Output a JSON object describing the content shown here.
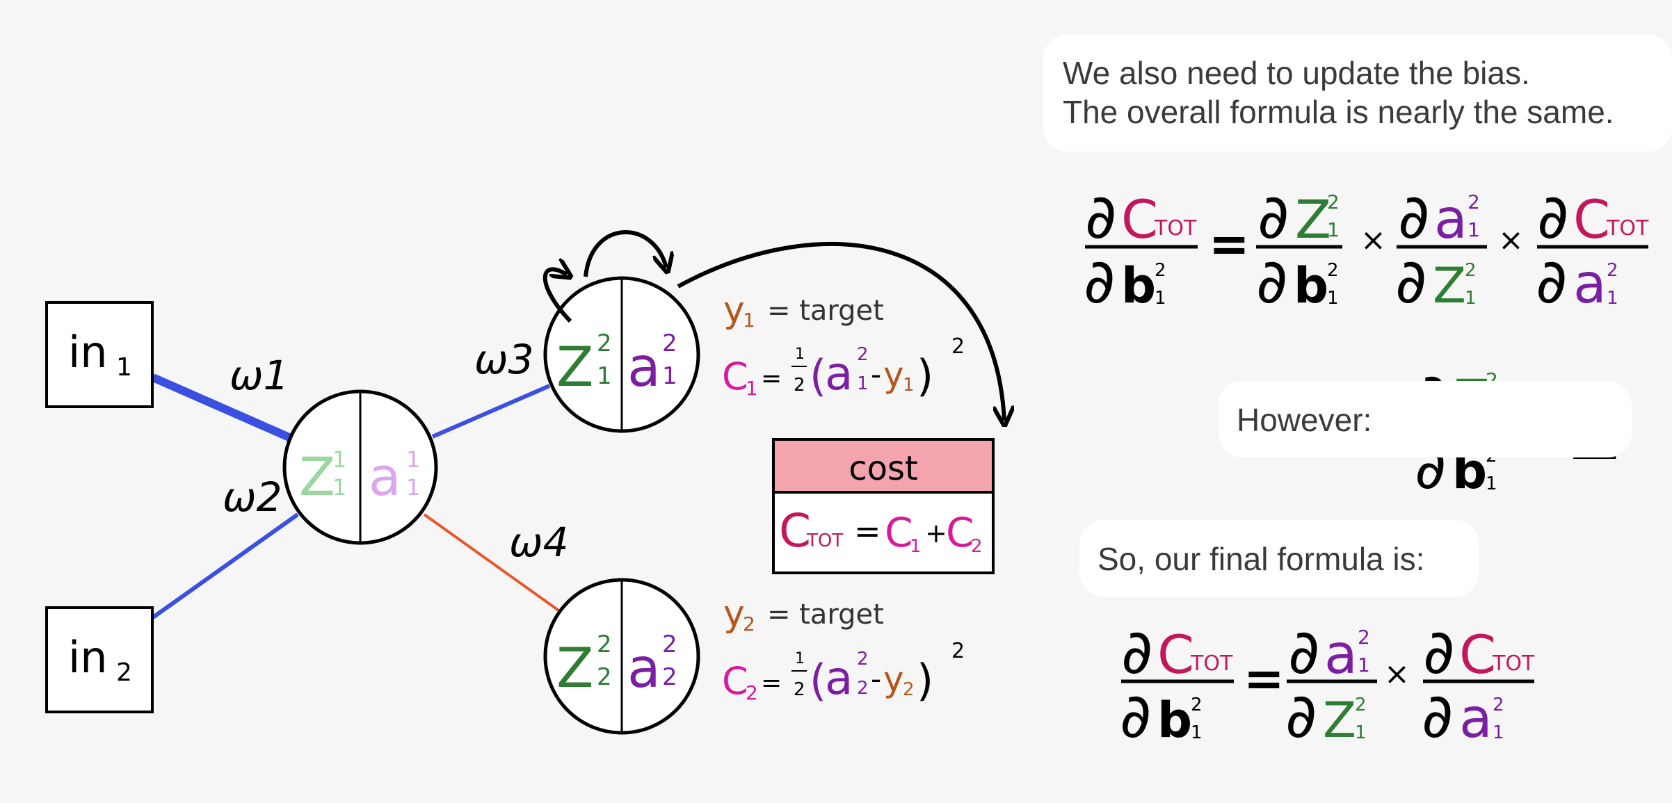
{
  "intro": {
    "line1": "We also need to update the bias.",
    "line2": "The overall formula is nearly the same."
  },
  "however_label": "However:",
  "final_label": "So, our final formula is:",
  "network": {
    "inputs": [
      "in",
      "in"
    ],
    "input_subscripts": [
      "1",
      "2"
    ],
    "weights": [
      "ω1",
      "ω2",
      "ω3",
      "ω4"
    ],
    "hidden": {
      "z": "Z",
      "a": "a",
      "sub": "1",
      "sup": "1"
    },
    "outputs": [
      {
        "z": "Z",
        "a": "a",
        "sub": "1",
        "sup": "2"
      },
      {
        "z": "Z",
        "a": "a",
        "sub": "2",
        "sup": "2"
      }
    ]
  },
  "targets": [
    {
      "y": "y",
      "sub": "1",
      "label": "= target",
      "cost": "C",
      "csub": "1"
    },
    {
      "y": "y",
      "sub": "2",
      "label": "= target",
      "cost": "C",
      "csub": "2"
    }
  ],
  "cost_box": {
    "title": "cost",
    "total": "C",
    "total_sub": "TOT",
    "sum_a": "C",
    "sum_a_sub": "1",
    "sum_b": "C",
    "sum_b_sub": "2"
  },
  "equation_result": "1",
  "colors": {
    "dark_green": "#2e7d32",
    "purple": "#7b1fa2",
    "light_green": "#9dd7a0",
    "light_purple": "#d9a6f0",
    "magenta": "#d8199a",
    "brown": "#b5561d",
    "crimson": "#c2185b",
    "weight_blue": "#3b4fe0",
    "weight_orange": "#e9572b",
    "cost_header": "#f3a4ac"
  }
}
